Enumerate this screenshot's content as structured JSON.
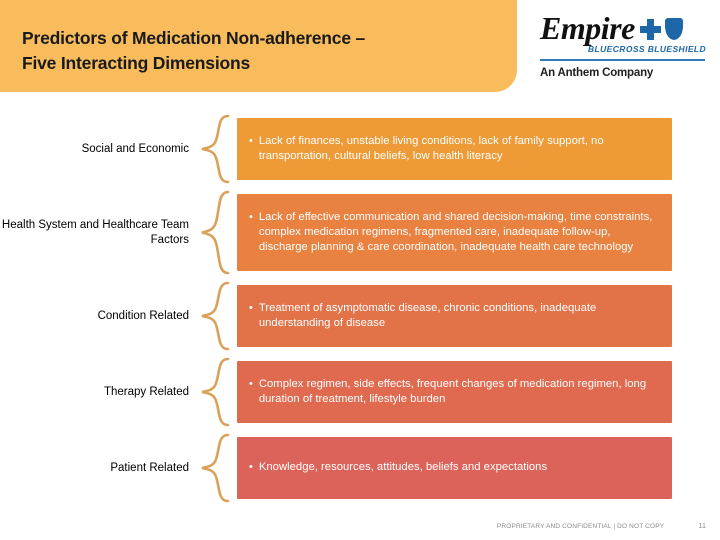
{
  "header": {
    "title_line1": "Predictors of Medication Non-adherence –",
    "title_line2": "Five Interacting Dimensions",
    "banner_color": "#F8BC5D"
  },
  "logo": {
    "wordmark": "Empire",
    "sub": "BLUECROSS BLUESHIELD",
    "tagline": "An Anthem Company",
    "brand_color": "#1D67A8"
  },
  "rows": [
    {
      "label": "Social and Economic",
      "bullet": "•",
      "text": "Lack of finances, unstable living conditions, lack of family support, no transportation, cultural beliefs, low health literacy",
      "color": "#EE9A36",
      "height": 62
    },
    {
      "label": "Health System and Healthcare Team Factors",
      "bullet": "•",
      "text": "Lack of effective communication and shared decision-making, time constraints, complex medication regimens, fragmented care, inadequate follow-up, discharge planning & care coordination, inadequate health care technology",
      "color": "#E98140",
      "height": 77
    },
    {
      "label": "Condition Related",
      "bullet": "•",
      "text": "Treatment of asymptomatic disease, chronic conditions, inadequate understanding of disease",
      "color": "#E27248",
      "height": 62
    },
    {
      "label": "Therapy Related",
      "bullet": "•",
      "text": "Complex regimen, side effects, frequent changes of medication regimen, long duration of treatment, lifestyle burden",
      "color": "#E06A50",
      "height": 62
    },
    {
      "label": "Patient Related",
      "bullet": "•",
      "text": "Knowledge, resources, attitudes, beliefs and expectations",
      "color": "#DC6359",
      "height": 62
    }
  ],
  "brace": {
    "color": "#D9A15A"
  },
  "footer": {
    "notice": "PROPRIETARY AND CONFIDENTIAL | DO NOT COPY",
    "page": "11"
  }
}
